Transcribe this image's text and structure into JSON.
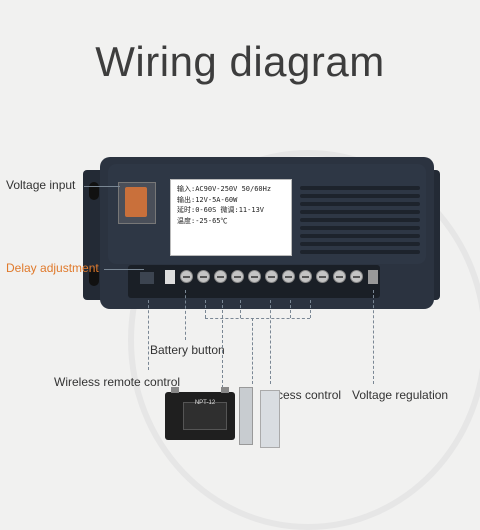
{
  "title": "Wiring diagram",
  "labels": {
    "voltage_input": "Voltage input",
    "delay_adjustment": "Delay adjustment",
    "battery_button": "Battery button",
    "wireless_remote_control": "Wireless remote control",
    "access_control": "Access control",
    "voltage_regulation": "Voltage regulation"
  },
  "device_label": {
    "line1": "输入:AC90V-250V  50/60Hz",
    "line2": "输出:12V-5A-60W",
    "line3": "延时:0-60S  微调:11-13V",
    "line4": "温度:-25-65℃"
  },
  "battery_tag": "NPT-12",
  "accent_color": "#e07a2c"
}
